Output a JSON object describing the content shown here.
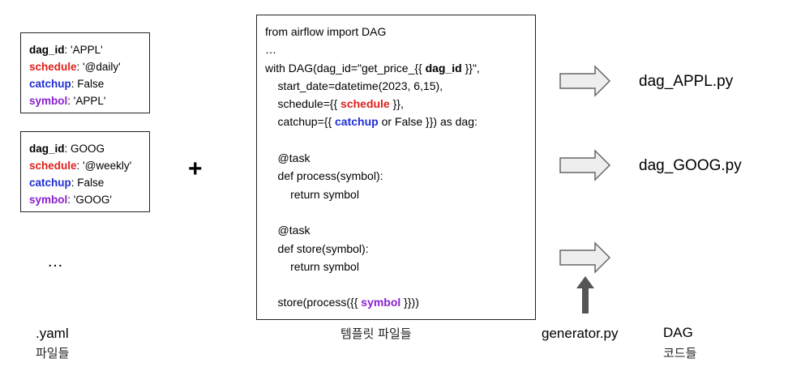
{
  "yaml_boxes": [
    {
      "rows": [
        {
          "key": "dag_id",
          "value": ": 'APPL'"
        },
        {
          "key": "schedule",
          "value": ": '@daily'"
        },
        {
          "key": "catchup",
          "value": ": False"
        },
        {
          "key": "symbol",
          "value": ": 'APPL'"
        }
      ]
    },
    {
      "rows": [
        {
          "key": "dag_id",
          "value": ": GOOG"
        },
        {
          "key": "schedule",
          "value": ": '@weekly'"
        },
        {
          "key": "catchup",
          "value": ": False"
        },
        {
          "key": "symbol",
          "value": ": 'GOOG'"
        }
      ]
    }
  ],
  "yaml_ellipsis": "…",
  "plus": "+",
  "template": {
    "line1": "from airflow import DAG",
    "line2": "…",
    "line3_pre": "with DAG(dag_id=\"get_price_{{ ",
    "line3_key": "dag_id",
    "line3_post": " }}\",",
    "line4": "    start_date=datetime(2023, 6,15),",
    "line5_pre": "    schedule={{ ",
    "line5_key": "schedule",
    "line5_post": " }},",
    "line6_pre": "    catchup={{ ",
    "line6_key": "catchup",
    "line6_post": " or False }}) as dag:",
    "line8": "    @task",
    "line9": "    def process(symbol):",
    "line10": "        return symbol",
    "line12": "    @task",
    "line13": "    def store(symbol):",
    "line14": "        return symbol",
    "line16_pre": "    store(process({{ ",
    "line16_key": "symbol",
    "line16_post": " }}))"
  },
  "outputs": [
    "dag_APPL.py",
    "dag_GOOG.py"
  ],
  "captions": {
    "yaml_title": ".yaml",
    "yaml_sub": "파일들",
    "template": "템플릿 파일들",
    "generator": "generator.py",
    "dag_title": "DAG",
    "dag_sub": "코드들"
  },
  "colors": {
    "dag_id": "#000000",
    "schedule": "#e0201a",
    "catchup": "#1f2fd8",
    "symbol": "#8a1fd0",
    "arrow_fill": "#eeeeee",
    "arrow_stroke": "#666666",
    "generator_arrow": "#555555"
  }
}
